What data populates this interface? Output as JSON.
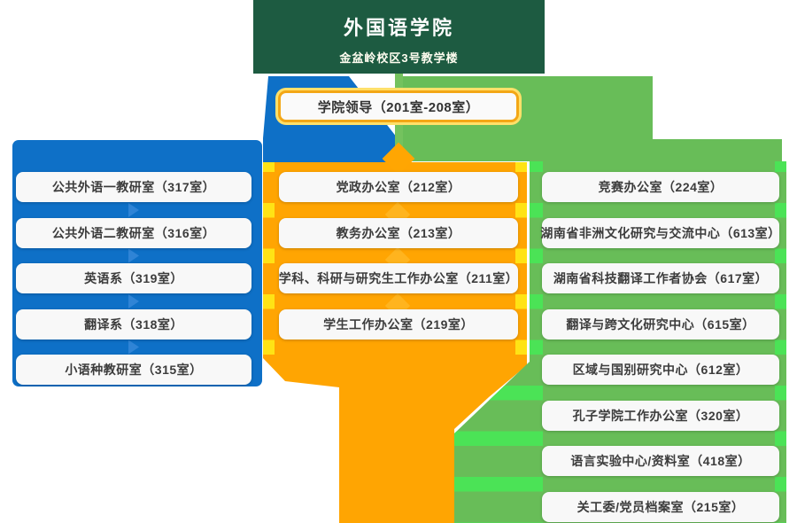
{
  "header": {
    "title": "外国语学院",
    "subtitle": "金盆岭校区3号教学楼"
  },
  "leadership": {
    "label": "学院领导（201室-208室）"
  },
  "columns": {
    "left": {
      "items": [
        "公共外语一教研室（317室）",
        "公共外语二教研室（316室）",
        "英语系（319室）",
        "翻译系（318室）",
        "小语种教研室（315室）"
      ]
    },
    "middle": {
      "items": [
        "党政办公室（212室）",
        "教务办公室（213室）",
        "学科、科研与研究生工作办公室（211室）",
        "学生工作办公室（219室）"
      ]
    },
    "right": {
      "items": [
        "竞赛办公室（224室）",
        "湖南省非洲文化研究与交流中心（613室）",
        "湖南省科技翻译工作者协会（617室）",
        "翻译与跨文化研究中心（615室）",
        "区域与国别研究中心（612室）",
        "孔子学院工作办公室（320室）",
        "语言实验中心/资料室（418室）",
        "关工委/党员档案室（215室）"
      ]
    }
  },
  "colors": {
    "header_green": "#1D5B41",
    "branch_blue": "#0E70C7",
    "branch_orange": "#FFA502",
    "branch_green": "#68BD58",
    "accent_yellow": "#FFE315",
    "accent_bright_green": "#4BE356",
    "leadership_border": "#F3A716",
    "box_background": "#F8F8F8",
    "box_text": "#3C3C3C"
  }
}
